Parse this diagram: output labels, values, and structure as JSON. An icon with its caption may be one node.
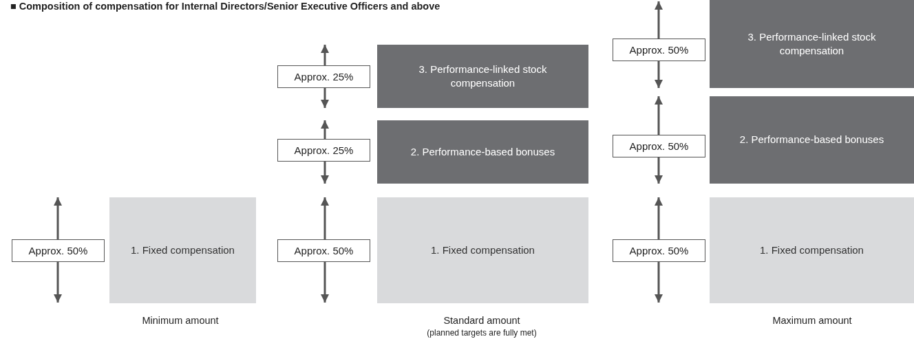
{
  "diagram": {
    "title": "■ Composition of compensation for Internal Directors/Senior Executive Officers and above",
    "nodes": [
      {
        "text": [
          "Approx. 50%"
        ]
      },
      {
        "text": [
          "1. Fixed compensation"
        ]
      },
      {
        "text": [
          "Approx. 25%"
        ]
      },
      {
        "text": [
          "3. Performance-linked stock compensation"
        ]
      },
      {
        "text": [
          "Approx. 25%"
        ]
      },
      {
        "text": [
          "2. Performance-based bonuses"
        ]
      },
      {
        "text": [
          "Approx. 50%"
        ]
      },
      {
        "text": [
          "1. Fixed compensation"
        ]
      },
      {
        "text": [
          "Approx. 50%"
        ]
      },
      {
        "text": [
          "3. Performance-linked stock compensation"
        ]
      },
      {
        "text": [
          "Approx. 50%"
        ]
      },
      {
        "text": [
          "2. Performance-based bonuses"
        ]
      },
      {
        "text": [
          "Approx. 50%"
        ]
      },
      {
        "text": [
          "1. Fixed compensation"
        ]
      }
    ],
    "labels": [
      "Minimum amount",
      "Standard amount",
      "(planned targets are fully met)",
      "Maximum amount"
    ]
  }
}
